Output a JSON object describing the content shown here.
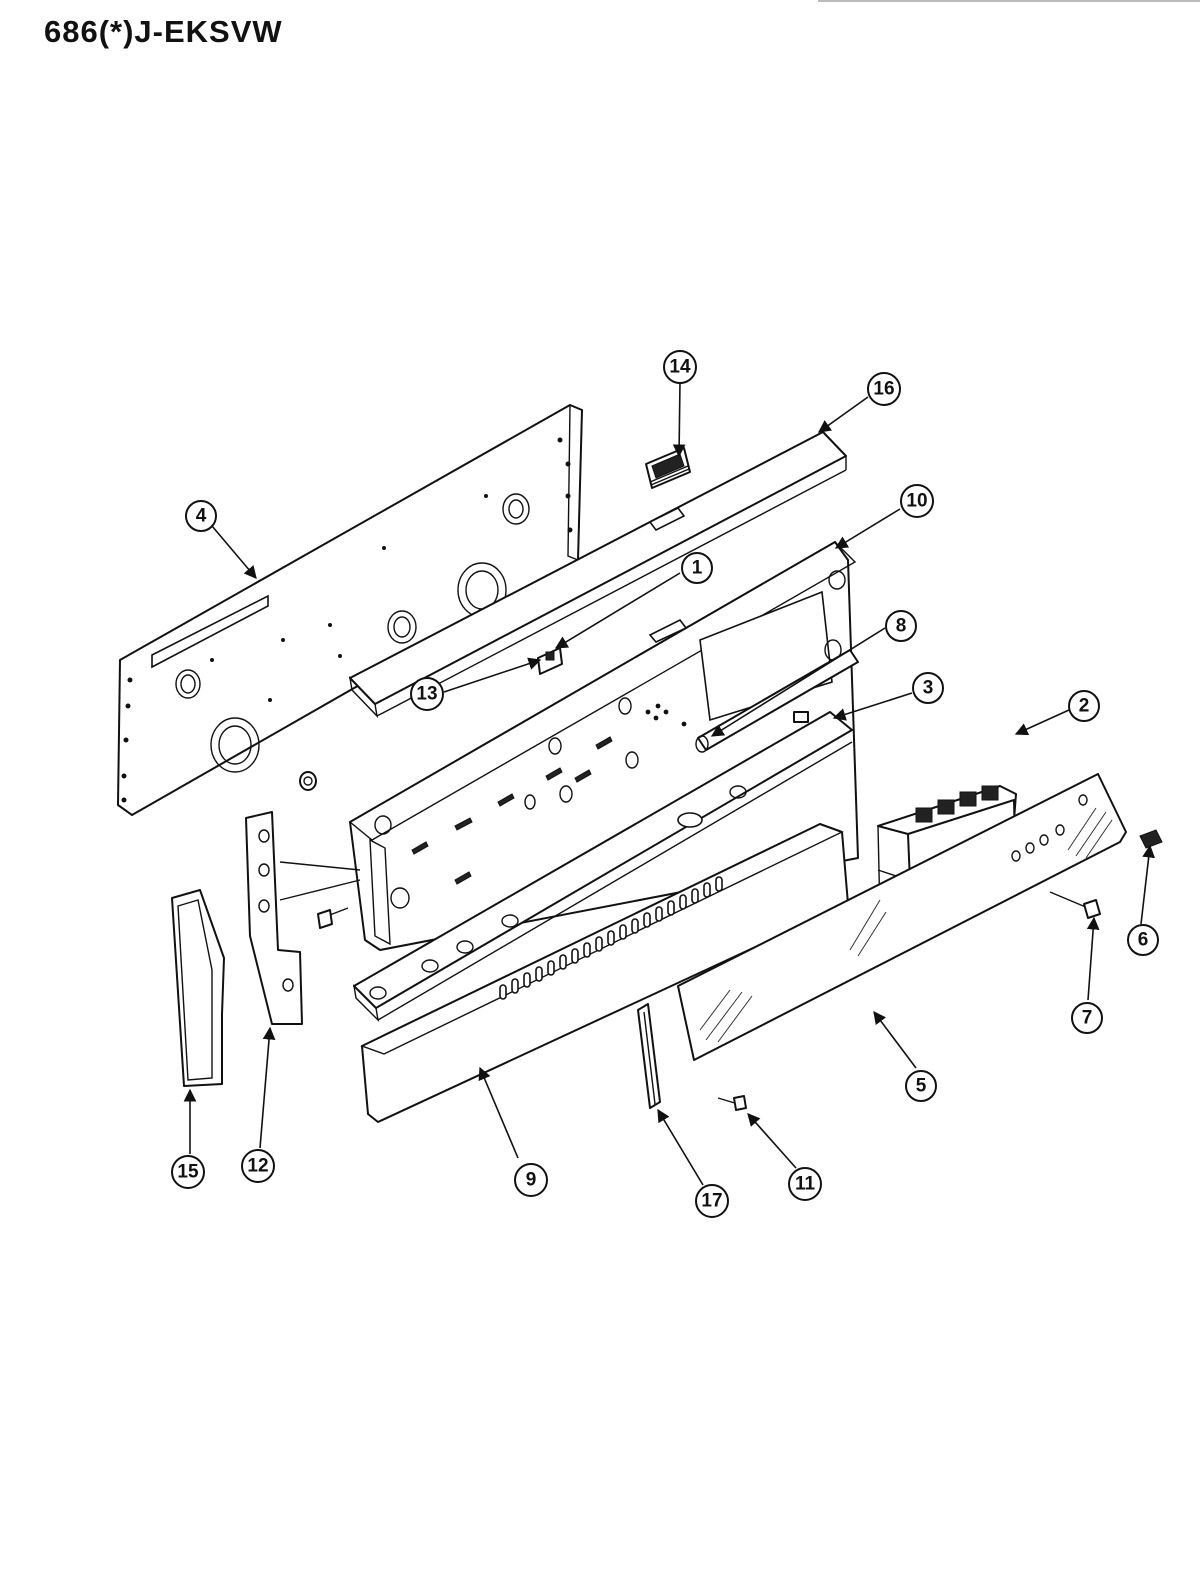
{
  "title": "686(*)J-EKSVW",
  "callouts": [
    {
      "id": "c1",
      "label": "1"
    },
    {
      "id": "c2",
      "label": "2"
    },
    {
      "id": "c3",
      "label": "3"
    },
    {
      "id": "c4",
      "label": "4"
    },
    {
      "id": "c5",
      "label": "5"
    },
    {
      "id": "c6",
      "label": "6"
    },
    {
      "id": "c7",
      "label": "7"
    },
    {
      "id": "c8",
      "label": "8"
    },
    {
      "id": "c9",
      "label": "9"
    },
    {
      "id": "c10",
      "label": "10"
    },
    {
      "id": "c11",
      "label": "11"
    },
    {
      "id": "c12",
      "label": "12"
    },
    {
      "id": "c13",
      "label": "13"
    },
    {
      "id": "c14",
      "label": "14"
    },
    {
      "id": "c15",
      "label": "15"
    },
    {
      "id": "c16",
      "label": "16"
    },
    {
      "id": "c17",
      "label": "17"
    }
  ]
}
